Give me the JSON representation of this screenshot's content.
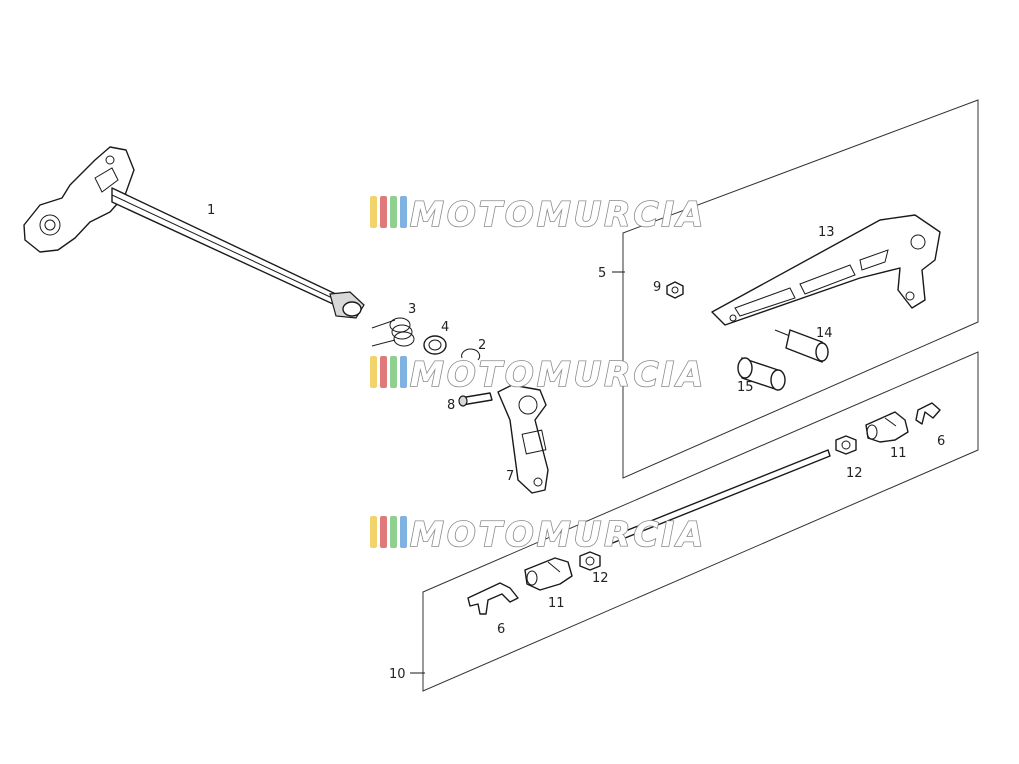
{
  "watermark": {
    "text": "MOTOMURCIA"
  },
  "labels": {
    "p1": "1",
    "p2": "2",
    "p3": "3",
    "p4": "4",
    "p5": "5",
    "p6a": "6",
    "p6b": "6",
    "p7": "7",
    "p8": "8",
    "p9": "9",
    "p10": "10",
    "p11a": "11",
    "p11b": "11",
    "p12a": "12",
    "p12b": "12",
    "p13": "13",
    "p14": "14",
    "p15": "15"
  },
  "colors": {
    "stripe_yellow": "#f3d36b",
    "stripe_red": "#e07a7a",
    "stripe_green": "#8fcf8f",
    "stripe_blue": "#7fb2e0"
  }
}
